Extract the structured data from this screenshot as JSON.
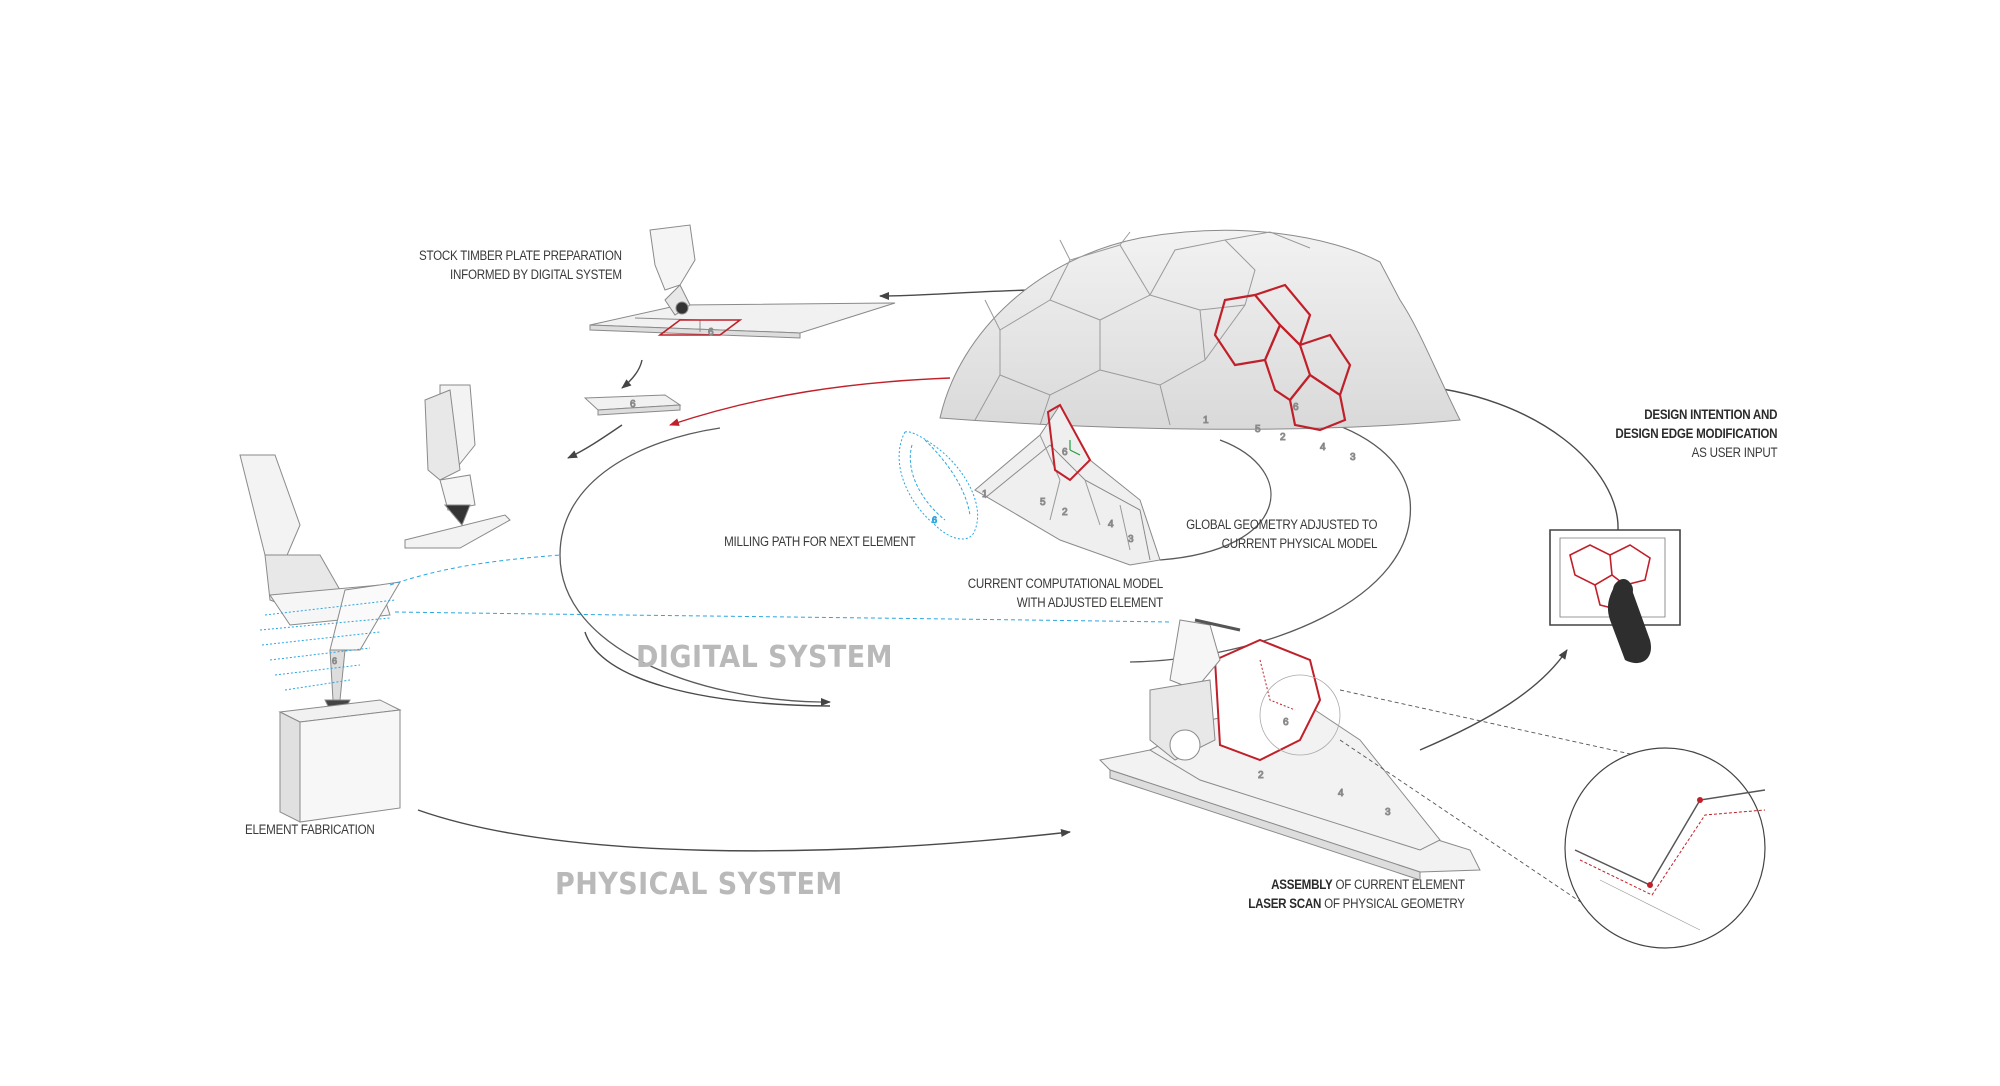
{
  "labels": {
    "stock_line1": "STOCK TIMBER PLATE PREPARATION",
    "stock_line2": "INFORMED BY DIGITAL SYSTEM",
    "design_line1": "DESIGN INTENTION AND",
    "design_line2": "DESIGN EDGE MODIFICATION",
    "design_line3": "AS USER INPUT",
    "milling": "MILLING PATH FOR NEXT ELEMENT",
    "global_line1": "GLOBAL GEOMETRY ADJUSTED TO",
    "global_line2": "CURRENT PHYSICAL MODEL",
    "current_line1": "CURRENT COMPUTATIONAL MODEL",
    "current_line2": "WITH ADJUSTED ELEMENT",
    "fabrication": "ELEMENT FABRICATION",
    "assembly_bold": "ASSEMBLY",
    "assembly_rest": " OF CURRENT ELEMENT",
    "laser_bold": "LASER SCAN",
    "laser_rest": " OF PHYSICAL GEOMETRY"
  },
  "systems": {
    "digital": "DIGITAL SYSTEM",
    "physical": "PHYSICAL SYSTEM"
  },
  "plate_numbers": {
    "shell": [
      "1",
      "5",
      "2",
      "4",
      "3",
      "6"
    ],
    "model": [
      "1",
      "5",
      "2",
      "4",
      "3",
      "6"
    ],
    "assembly": [
      "2",
      "4",
      "3",
      "6"
    ],
    "stock": [
      "6",
      "6"
    ],
    "milling": [
      "6"
    ],
    "fabrication": [
      "6"
    ]
  },
  "colors": {
    "accent_red": "#c0202a",
    "scan_blue": "#2aa6e0",
    "line_gray": "#6a6a6a",
    "system_text": "#b9b9b9"
  }
}
